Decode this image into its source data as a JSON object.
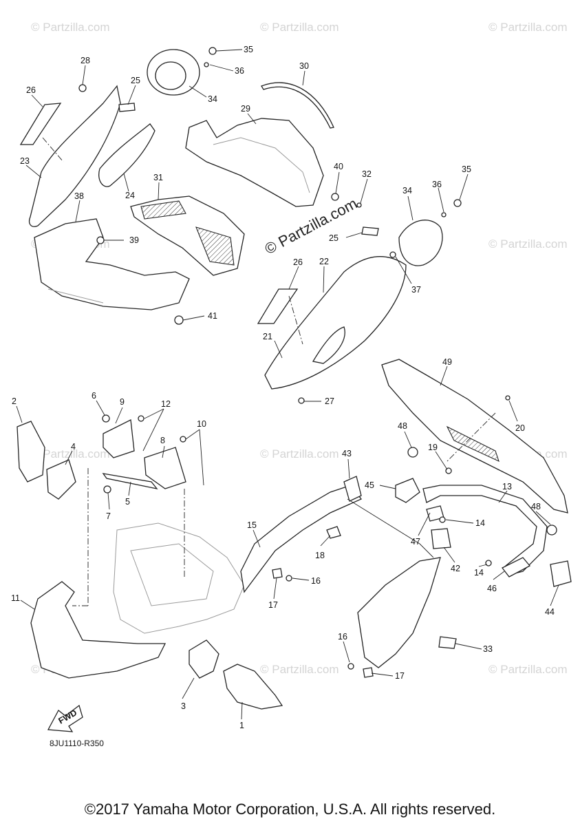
{
  "watermarks": {
    "small_text": "© Partzilla.com",
    "center_text": "© Partzilla.com"
  },
  "callouts": {
    "c1": "1",
    "c2": "2",
    "c3": "3",
    "c4": "4",
    "c5": "5",
    "c6": "6",
    "c7": "7",
    "c8": "8",
    "c9": "9",
    "c10": "10",
    "c11": "11",
    "c12": "12",
    "c13": "13",
    "c14a": "14",
    "c14b": "14",
    "c15": "15",
    "c16a": "16",
    "c16b": "16",
    "c17a": "17",
    "c17b": "17",
    "c18": "18",
    "c19": "19",
    "c20": "20",
    "c21": "21",
    "c22": "22",
    "c23": "23",
    "c24": "24",
    "c25a": "25",
    "c25b": "25",
    "c26a": "26",
    "c26b": "26",
    "c27": "27",
    "c28": "28",
    "c29": "29",
    "c30": "30",
    "c31": "31",
    "c32": "32",
    "c33": "33",
    "c34a": "34",
    "c34b": "34",
    "c35a": "35",
    "c35b": "35",
    "c36a": "36",
    "c36b": "36",
    "c37": "37",
    "c38": "38",
    "c39": "39",
    "c40": "40",
    "c41": "41",
    "c42": "42",
    "c43": "43",
    "c44": "44",
    "c45": "45",
    "c46": "46",
    "c47": "47",
    "c48a": "48",
    "c48b": "48",
    "c49": "49"
  },
  "fwd_label": "FWD",
  "diagram_code": "8JU1110-R350",
  "copyright": "©2017 Yamaha Motor Corporation, U.S.A. All rights reserved."
}
